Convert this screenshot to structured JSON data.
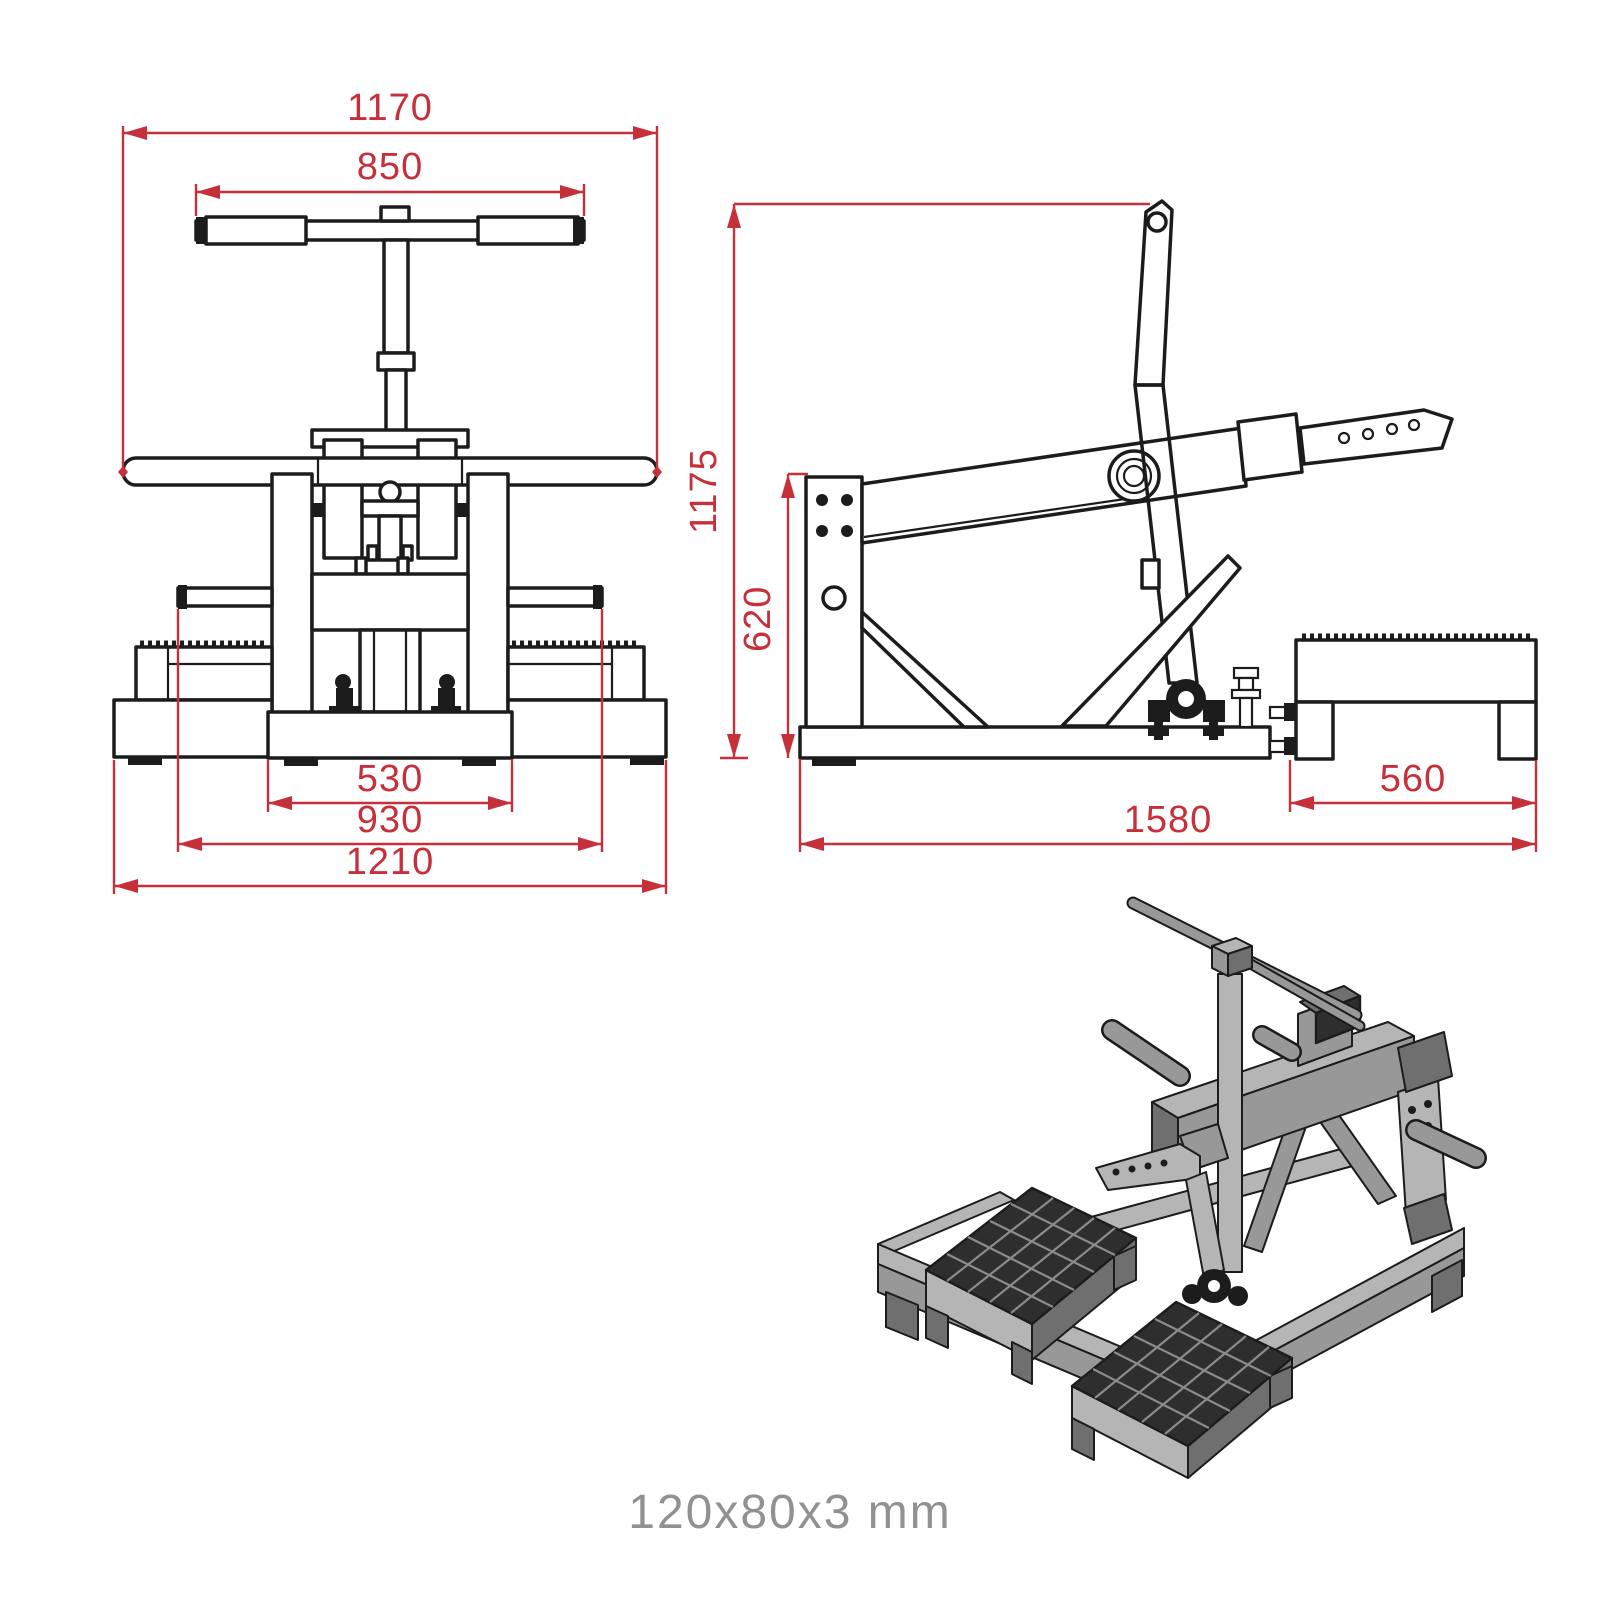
{
  "caption": {
    "text": "120x80x3 mm"
  },
  "colors": {
    "line": "#1c1c1c",
    "dimension": "#c6303a",
    "caption": "#8f9193",
    "background": "#ffffff",
    "iso-light": "#b5b5b5",
    "iso-mid": "#989898",
    "iso-dark": "#6f6f6f",
    "iso-platform": "#2e2e2e"
  },
  "front_view": {
    "dims": {
      "overall_width": "1170",
      "handlebar_width": "850",
      "base_center_width": "530",
      "base_arms_width": "930",
      "base_overall_width": "1210"
    }
  },
  "side_view": {
    "dims": {
      "overall_height": "1175",
      "post_height": "620",
      "platform_depth": "560",
      "overall_length": "1580"
    }
  }
}
